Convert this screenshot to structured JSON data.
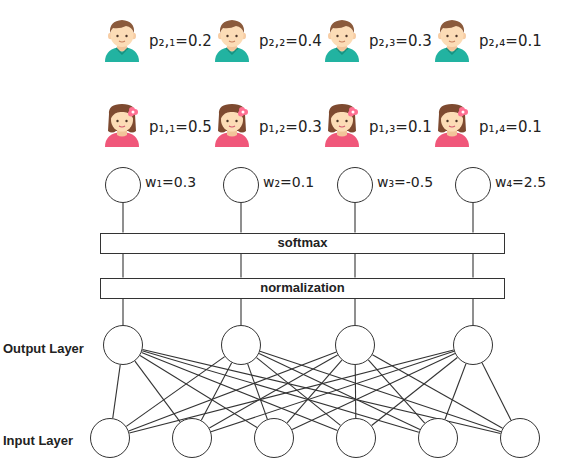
{
  "diagram": {
    "nodes": [
      {
        "text": [
          "w₁=0.3"
        ]
      },
      {
        "text": [
          "w₂=0.1"
        ]
      },
      {
        "text": [
          "w₃=-0.5"
        ]
      },
      {
        "text": [
          "w₄=2.5"
        ]
      },
      {
        "text": [
          "softmax"
        ]
      },
      {
        "text": [
          "normalization"
        ]
      },
      {
        "text": []
      },
      {
        "text": []
      },
      {
        "text": []
      },
      {
        "text": []
      },
      {
        "text": []
      },
      {
        "text": []
      },
      {
        "text": []
      },
      {
        "text": []
      },
      {
        "text": []
      },
      {
        "text": []
      }
    ],
    "edges": [
      {
        "from": 0,
        "to": 4,
        "arrow": "none"
      },
      {
        "from": 1,
        "to": 4,
        "arrow": "none"
      },
      {
        "from": 2,
        "to": 4,
        "arrow": "none"
      },
      {
        "from": 3,
        "to": 4,
        "arrow": "none"
      },
      {
        "from": 4,
        "to": 5,
        "arrow": "none"
      },
      {
        "from": 4,
        "to": 5,
        "arrow": "none"
      },
      {
        "from": 4,
        "to": 5,
        "arrow": "none"
      },
      {
        "from": 4,
        "to": 5,
        "arrow": "none"
      },
      {
        "from": 5,
        "to": 6,
        "arrow": "none"
      },
      {
        "from": 5,
        "to": 7,
        "arrow": "none"
      },
      {
        "from": 5,
        "to": 8,
        "arrow": "none"
      },
      {
        "from": 5,
        "to": 9,
        "arrow": "none"
      },
      {
        "from": 6,
        "to": 10,
        "arrow": "none"
      },
      {
        "from": 6,
        "to": 11,
        "arrow": "none"
      },
      {
        "from": 6,
        "to": 12,
        "arrow": "none"
      },
      {
        "from": 6,
        "to": 13,
        "arrow": "none"
      },
      {
        "from": 6,
        "to": 14,
        "arrow": "none"
      },
      {
        "from": 6,
        "to": 15,
        "arrow": "none"
      },
      {
        "from": 7,
        "to": 10,
        "arrow": "none"
      },
      {
        "from": 7,
        "to": 11,
        "arrow": "none"
      },
      {
        "from": 7,
        "to": 12,
        "arrow": "none"
      },
      {
        "from": 7,
        "to": 13,
        "arrow": "none"
      },
      {
        "from": 7,
        "to": 14,
        "arrow": "none"
      },
      {
        "from": 7,
        "to": 15,
        "arrow": "none"
      },
      {
        "from": 8,
        "to": 10,
        "arrow": "none"
      },
      {
        "from": 8,
        "to": 11,
        "arrow": "none"
      },
      {
        "from": 8,
        "to": 12,
        "arrow": "none"
      },
      {
        "from": 8,
        "to": 13,
        "arrow": "none"
      },
      {
        "from": 8,
        "to": 14,
        "arrow": "none"
      },
      {
        "from": 8,
        "to": 15,
        "arrow": "none"
      },
      {
        "from": 9,
        "to": 10,
        "arrow": "none"
      },
      {
        "from": 9,
        "to": 11,
        "arrow": "none"
      },
      {
        "from": 9,
        "to": 12,
        "arrow": "none"
      },
      {
        "from": 9,
        "to": 13,
        "arrow": "none"
      },
      {
        "from": 9,
        "to": 14,
        "arrow": "none"
      },
      {
        "from": 9,
        "to": 15,
        "arrow": "none"
      }
    ],
    "labels": [
      "p₂,₁=0.2",
      "p₂,₂=0.4",
      "p₂,₃=0.3",
      "p₂,₄=0.1",
      "p₁,₁=0.5",
      "p₁,₂=0.3",
      "p₁,₃=0.1",
      "p₁,₄=0.1",
      "Output Layer",
      "Input Layer"
    ]
  }
}
